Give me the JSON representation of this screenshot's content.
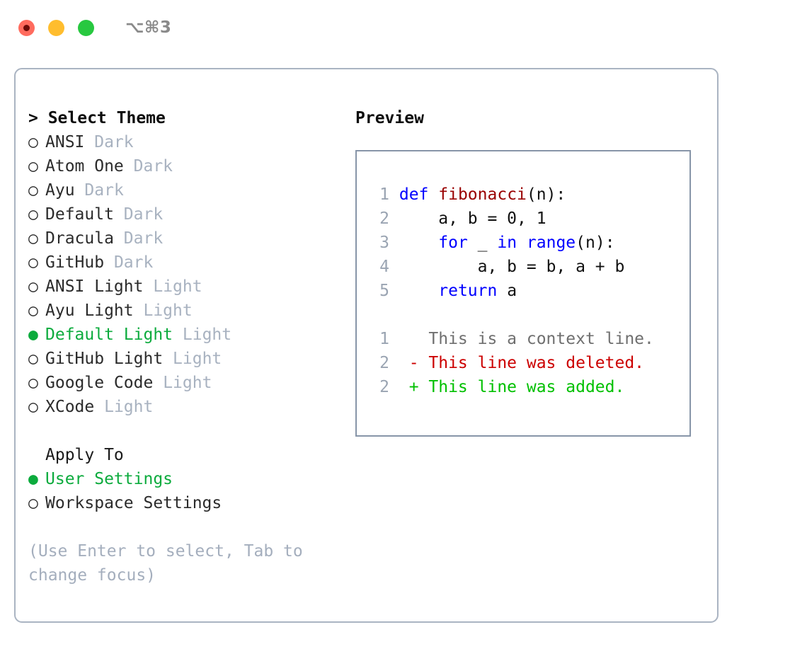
{
  "titlebar": {
    "shortcut": "⌥⌘3",
    "lights": [
      {
        "name": "close",
        "color": "#ff6b5e"
      },
      {
        "name": "minimize",
        "color": "#ffbd2e"
      },
      {
        "name": "maximize",
        "color": "#28c840"
      }
    ]
  },
  "theme_panel": {
    "header": "> Select Theme",
    "options": [
      {
        "bullet": "○",
        "name": "ANSI",
        "tag": "Dark",
        "selected": false
      },
      {
        "bullet": "○",
        "name": "Atom One",
        "tag": "Dark",
        "selected": false
      },
      {
        "bullet": "○",
        "name": "Ayu",
        "tag": "Dark",
        "selected": false
      },
      {
        "bullet": "○",
        "name": "Default",
        "tag": "Dark",
        "selected": false
      },
      {
        "bullet": "○",
        "name": "Dracula",
        "tag": "Dark",
        "selected": false
      },
      {
        "bullet": "○",
        "name": "GitHub",
        "tag": "Dark",
        "selected": false
      },
      {
        "bullet": "○",
        "name": "ANSI Light",
        "tag": "Light",
        "selected": false
      },
      {
        "bullet": "○",
        "name": "Ayu Light",
        "tag": "Light",
        "selected": false
      },
      {
        "bullet": "●",
        "name": "Default Light",
        "tag": "Light",
        "selected": true
      },
      {
        "bullet": "○",
        "name": "GitHub Light",
        "tag": "Light",
        "selected": false
      },
      {
        "bullet": "○",
        "name": "Google Code",
        "tag": "Light",
        "selected": false
      },
      {
        "bullet": "○",
        "name": "XCode",
        "tag": "Light",
        "selected": false
      }
    ]
  },
  "apply_to": {
    "label": "Apply To",
    "options": [
      {
        "bullet": "●",
        "name": "User Settings",
        "selected": true
      },
      {
        "bullet": "○",
        "name": "Workspace Settings",
        "selected": false
      }
    ]
  },
  "hint": "(Use Enter to select, Tab to change focus)",
  "preview": {
    "title": "Preview",
    "code_lines": [
      {
        "num": "1",
        "tokens": [
          {
            "t": "def",
            "c": "kw"
          },
          {
            "t": " ",
            "c": "pl"
          },
          {
            "t": "fibonacci",
            "c": "fn"
          },
          {
            "t": "(n):",
            "c": "pl"
          }
        ]
      },
      {
        "num": "2",
        "tokens": [
          {
            "t": "    a, b = 0, 1",
            "c": "pl"
          }
        ]
      },
      {
        "num": "3",
        "tokens": [
          {
            "t": "    ",
            "c": "pl"
          },
          {
            "t": "for",
            "c": "kw"
          },
          {
            "t": " _ ",
            "c": "pl"
          },
          {
            "t": "in",
            "c": "kw"
          },
          {
            "t": " ",
            "c": "pl"
          },
          {
            "t": "range",
            "c": "kw"
          },
          {
            "t": "(n):",
            "c": "pl"
          }
        ]
      },
      {
        "num": "4",
        "tokens": [
          {
            "t": "        a, b = b, a + b",
            "c": "pl"
          }
        ]
      },
      {
        "num": "5",
        "tokens": [
          {
            "t": "    ",
            "c": "pl"
          },
          {
            "t": "return",
            "c": "kw"
          },
          {
            "t": " a",
            "c": "pl"
          }
        ]
      }
    ],
    "diff_lines": [
      {
        "num": "1",
        "marker": " ",
        "text": "This is a context line.",
        "kind": "diff-ctx"
      },
      {
        "num": "2",
        "marker": "-",
        "text": "This line was deleted.",
        "kind": "diff-del"
      },
      {
        "num": "2",
        "marker": "+",
        "text": "This line was added.",
        "kind": "diff-add"
      }
    ]
  },
  "colors": {
    "accent_green": "#0cab3d",
    "muted": "#a8b2c0",
    "keyword_blue": "#0000ff",
    "function_red": "#990000",
    "diff_add": "#00c000",
    "diff_del": "#cc0000",
    "border": "#aab4c2",
    "preview_border": "#8795a8"
  }
}
